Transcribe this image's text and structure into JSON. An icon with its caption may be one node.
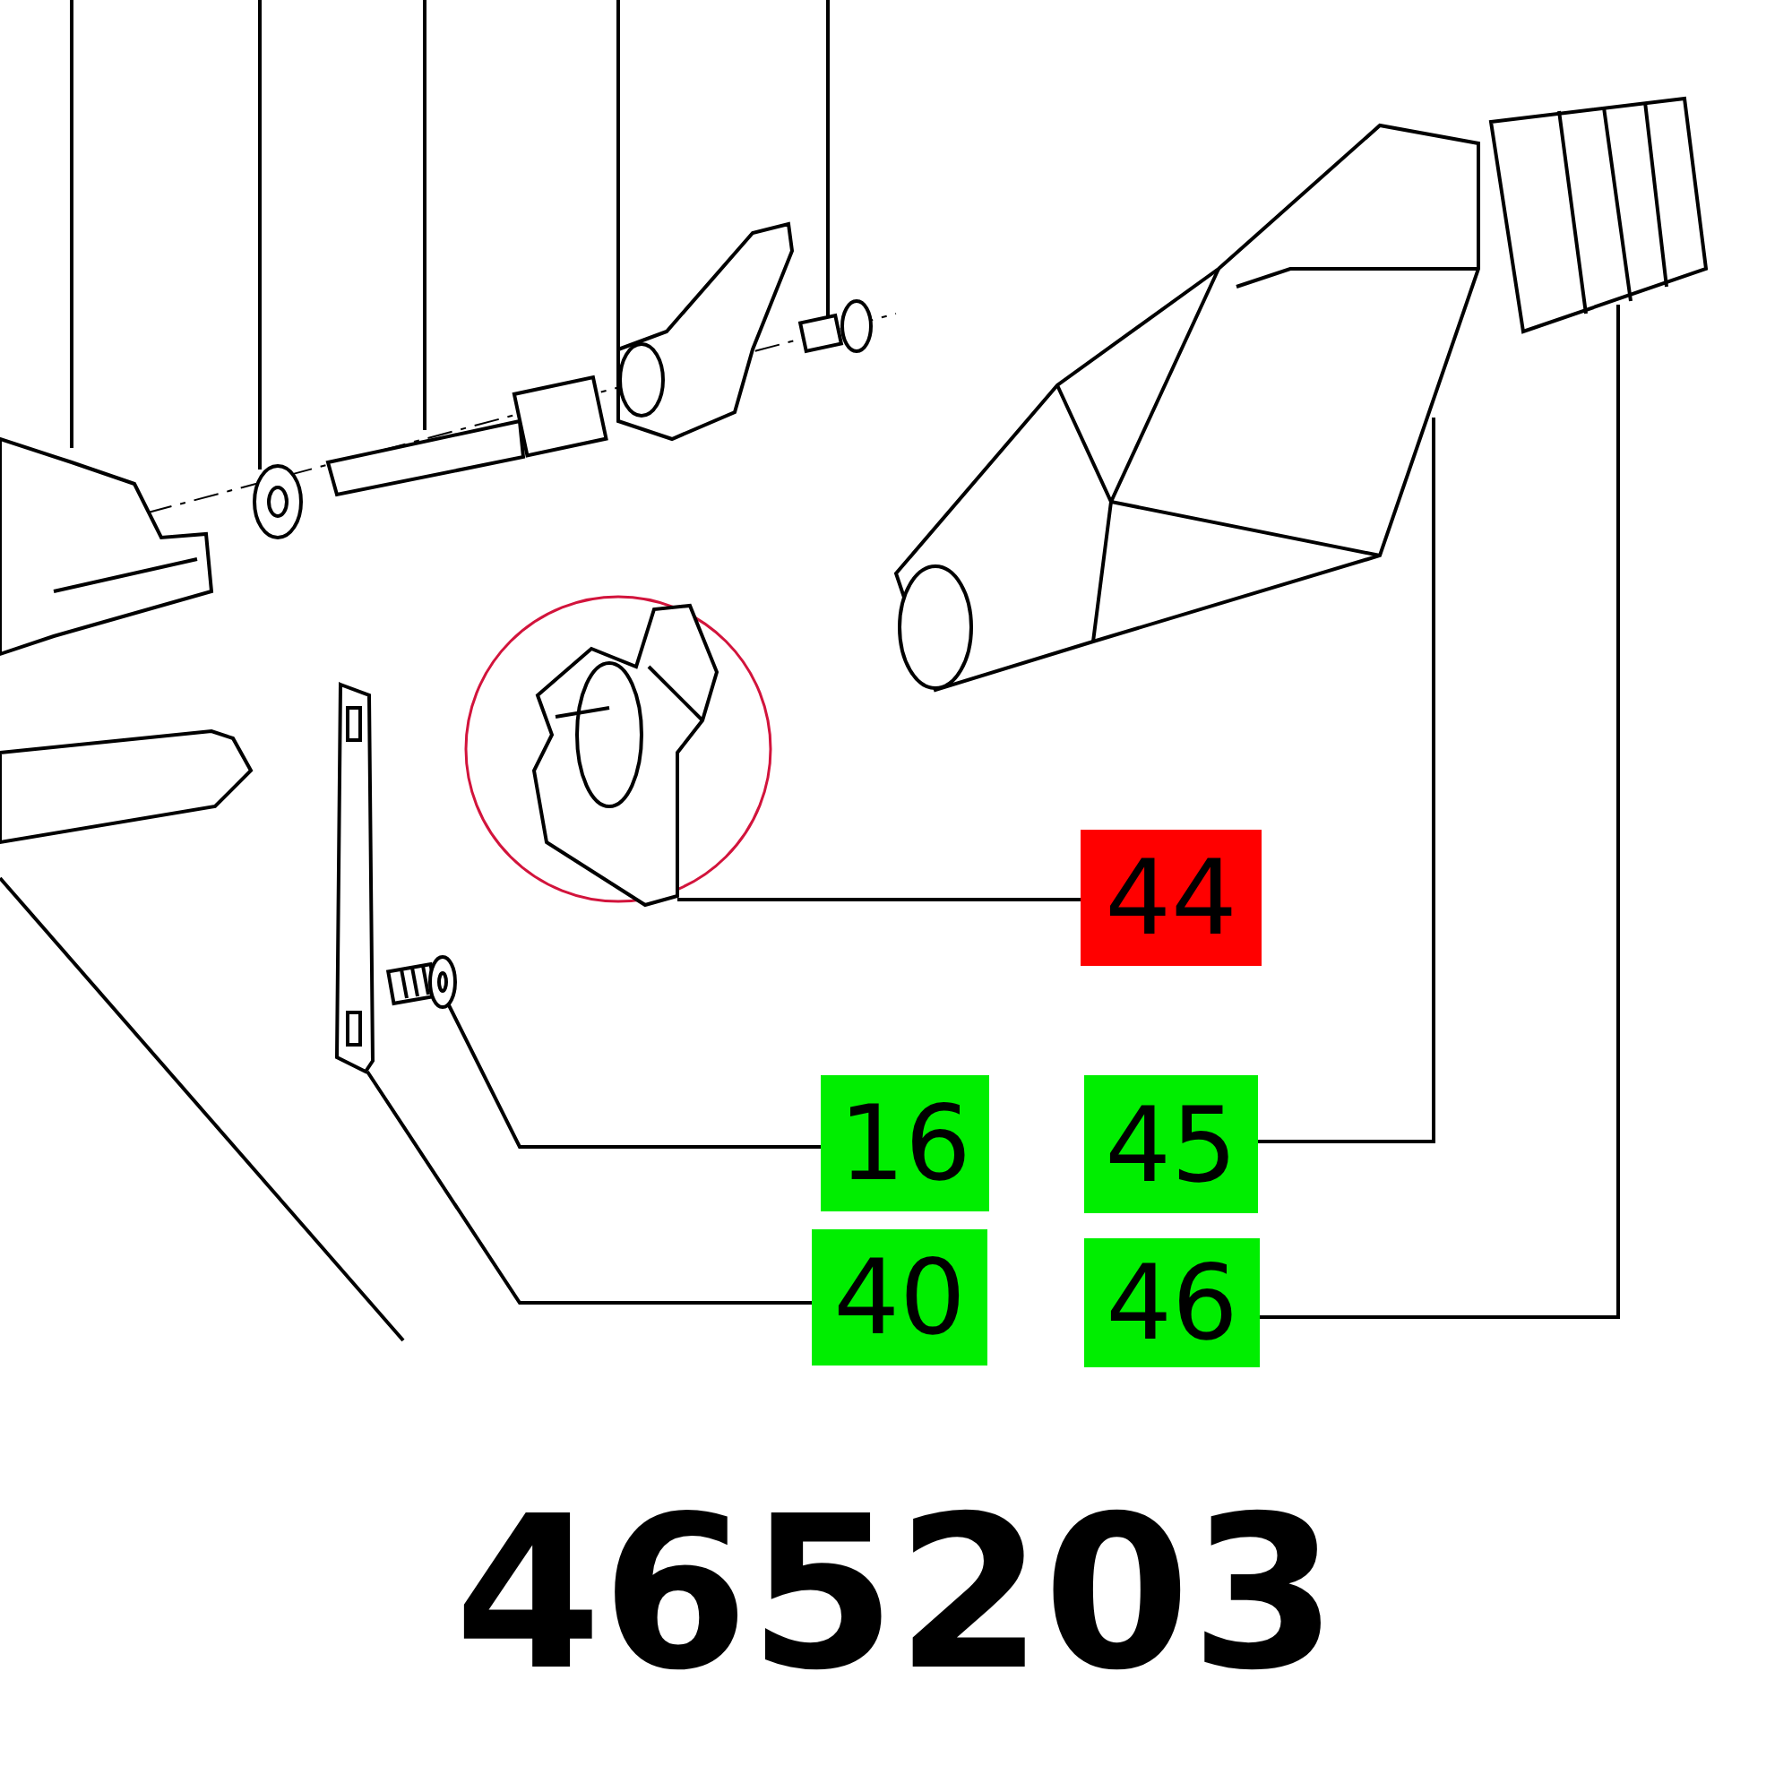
{
  "diagram": {
    "title": "465203",
    "nodes": [
      {
        "text": [
          "44"
        ]
      },
      {
        "text": [
          "16"
        ]
      },
      {
        "text": [
          "45"
        ]
      },
      {
        "text": [
          "40"
        ]
      },
      {
        "text": [
          "46"
        ]
      },
      {
        "text": [],
        "shape": "picture"
      },
      {
        "text": [],
        "shape": "picture"
      },
      {
        "text": [],
        "shape": "picture"
      },
      {
        "text": [],
        "shape": "picture"
      },
      {
        "text": [],
        "shape": "picture"
      },
      {
        "text": [],
        "shape": "picture"
      },
      {
        "text": [],
        "shape": "picture"
      },
      {
        "text": [],
        "shape": "picture"
      },
      {
        "text": [],
        "shape": "picture"
      },
      {
        "text": [],
        "shape": "picture"
      },
      {
        "text": [],
        "shape": "picture"
      }
    ],
    "edges": [
      {
        "from": 0,
        "to": 5,
        "arrow": "none"
      },
      {
        "from": 1,
        "to": 6,
        "arrow": "none"
      },
      {
        "from": 2,
        "to": 8,
        "arrow": "none"
      },
      {
        "from": 3,
        "to": 7,
        "arrow": "none"
      },
      {
        "from": 4,
        "to": 9,
        "arrow": "none"
      },
      {
        "from": 10,
        "to": null,
        "arrow": "none"
      },
      {
        "from": 11,
        "to": null,
        "arrow": "none"
      },
      {
        "from": 12,
        "to": null,
        "arrow": "none"
      },
      {
        "from": 13,
        "to": null,
        "arrow": "none"
      },
      {
        "from": 14,
        "to": null,
        "arrow": "none"
      },
      {
        "from": 15,
        "to": null,
        "arrow": "none"
      }
    ]
  }
}
